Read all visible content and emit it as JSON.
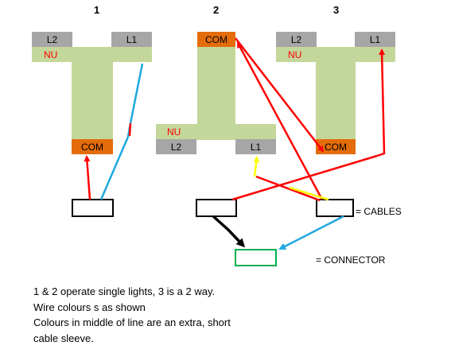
{
  "switch_numbers": [
    "1",
    "2",
    "3"
  ],
  "terminals": {
    "l2": "L2",
    "l1": "L1",
    "com": "COM",
    "nu": "NU"
  },
  "legend": {
    "cables": "= CABLES",
    "connector": "= CONNECTOR"
  },
  "notes": [
    "1 & 2 operate single lights, 3 is a 2 way.",
    "Wire colours s as shown",
    "Colours in middle of line are an extra, short",
    "cable sleeve."
  ],
  "colors": {
    "switch_body": "#c4d79b",
    "terminal_grey": "#a6a6a6",
    "terminal_com": "#e46c0a",
    "wire_red": "#ff0000",
    "wire_blue": "#1fa8e0",
    "wire_yellow": "#ffff00",
    "wire_black": "#000000",
    "connector_green": "#00b050",
    "nu_text": "#ff0000"
  }
}
